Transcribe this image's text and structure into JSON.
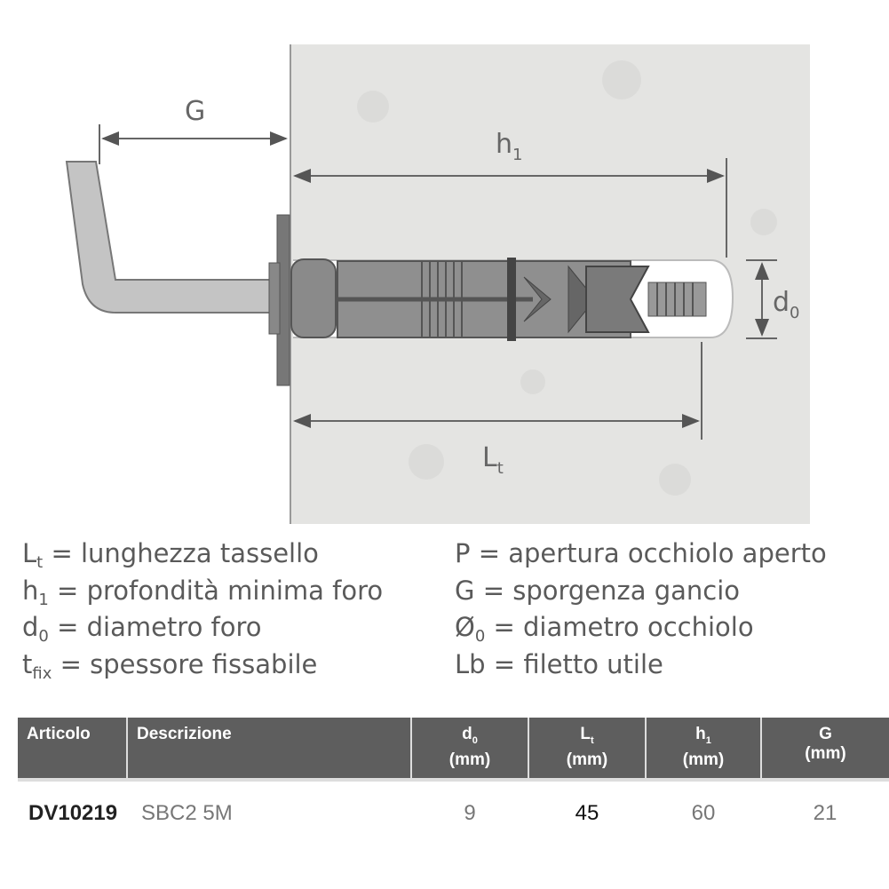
{
  "diagram": {
    "labels": {
      "G": "G",
      "h1_main": "h",
      "h1_sub": "1",
      "d0_main": "d",
      "d0_sub": "0",
      "Lt_main": "L",
      "Lt_sub": "t"
    },
    "colors": {
      "concrete": "#e4e4e2",
      "anchor": "#8a8a8a",
      "hook": "#c4c4c4",
      "dark": "#555555"
    }
  },
  "legend": {
    "left": [
      {
        "sym": "L",
        "sub": "t",
        "text": " = lunghezza tassello"
      },
      {
        "sym": "h",
        "sub": "1",
        "text": " = profondità minima foro"
      },
      {
        "sym": "d",
        "sub": "0",
        "text": " = diametro foro"
      },
      {
        "sym": "t",
        "sub": "fix",
        "text": " = spessore fissabile"
      }
    ],
    "right": [
      {
        "sym": "P",
        "sub": "",
        "text": " = apertura occhiolo aperto"
      },
      {
        "sym": "G",
        "sub": "",
        "text": " = sporgenza gancio"
      },
      {
        "sym": "Ø",
        "sub": "0",
        "text": " = diametro occhiolo"
      },
      {
        "sym": "Lb",
        "sub": "",
        "text": " = filetto utile"
      }
    ]
  },
  "table": {
    "headers": [
      {
        "main": "Articolo",
        "sub": "",
        "unit": ""
      },
      {
        "main": "Descrizione",
        "sub": "",
        "unit": ""
      },
      {
        "main": "d",
        "sub": "0",
        "unit": "(mm)"
      },
      {
        "main": "L",
        "sub": "t",
        "unit": "(mm)"
      },
      {
        "main": "h",
        "sub": "1",
        "unit": "(mm)"
      },
      {
        "main": "G",
        "sub": "",
        "unit": "(mm)"
      }
    ],
    "rows": [
      {
        "articolo": "DV10219",
        "descrizione": "SBC2 5M",
        "d0": "9",
        "lt": "45",
        "h1": "60",
        "g": "21"
      }
    ]
  }
}
